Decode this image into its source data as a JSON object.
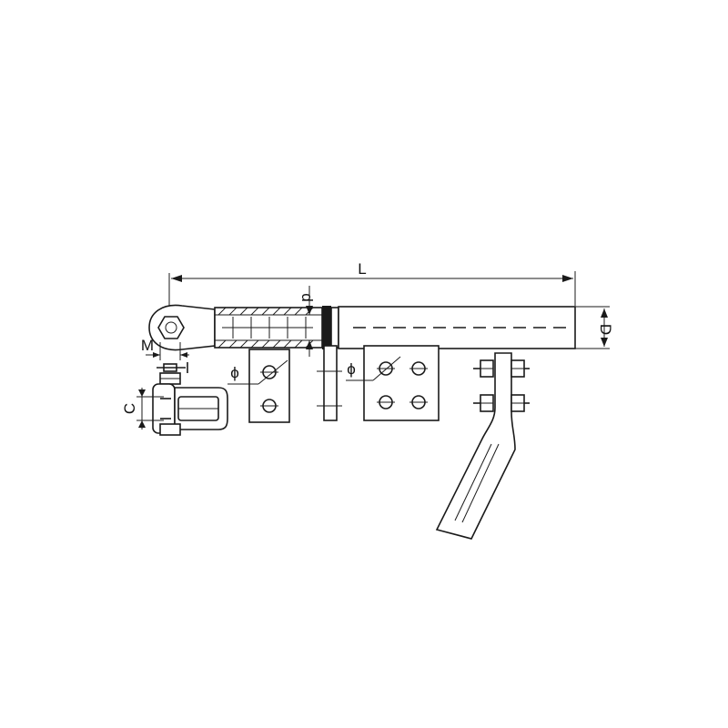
{
  "labels": {
    "length": "L",
    "diameter": "D",
    "inner_diameter": "d",
    "thread": "M",
    "clevis_width": "C",
    "hole_phi_left": "ϕ",
    "hole_phi_right": "ϕ"
  },
  "colors": {
    "line": "#1a1a1a",
    "background": "#ffffff"
  }
}
